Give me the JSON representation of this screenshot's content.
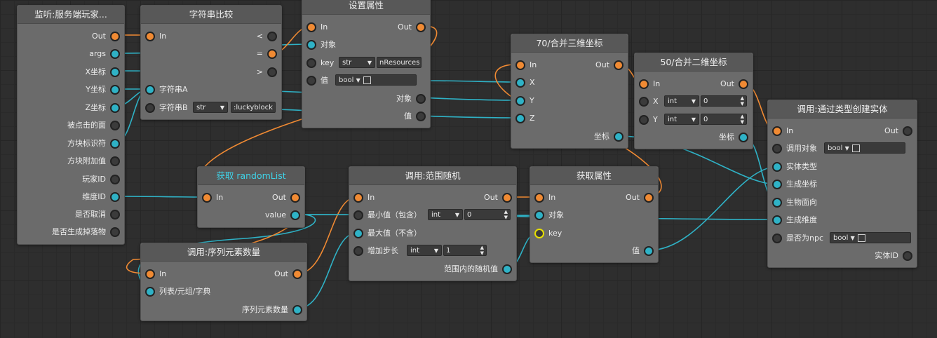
{
  "nodes": {
    "listen": {
      "title": "监听:服务端玩家...",
      "outputs": [
        "Out",
        "args",
        "X坐标",
        "Y坐标",
        "Z坐标",
        "被点击的面",
        "方块标识符",
        "方块附加值",
        "玩家ID",
        "维度ID",
        "是否取消",
        "是否生成掉落物"
      ]
    },
    "strcmp": {
      "title": "字符串比较",
      "in": "In",
      "out1": "<",
      "out2": "=",
      "out3": ">",
      "inA": "字符串A",
      "inB": "字符串B",
      "b_type": "str",
      "b_value": ":luckyblock"
    },
    "setattr": {
      "title": "设置属性",
      "in": "In",
      "out": "Out",
      "obj": "对象",
      "key": "key",
      "key_type": "str",
      "key_value": "nResources",
      "val": "值",
      "val_type": "bool",
      "out_obj": "对象",
      "out_val": "值"
    },
    "vec3": {
      "title": "70/合并三维坐标",
      "in": "In",
      "out": "Out",
      "x": "X",
      "y": "Y",
      "z": "Z",
      "coord": "坐标"
    },
    "vec2": {
      "title": "50/合并二维坐标",
      "in": "In",
      "out": "Out",
      "x": "X",
      "y": "Y",
      "x_type": "int",
      "x_value": "0",
      "y_type": "int",
      "y_value": "0",
      "coord": "坐标"
    },
    "create": {
      "title": "调用:通过类型创建实体",
      "in": "In",
      "out": "Out",
      "target": "调用对象",
      "target_type": "bool",
      "etype": "实体类型",
      "pos": "生成坐标",
      "rot": "生物面向",
      "dim": "生成维度",
      "npc": "是否为npc",
      "npc_type": "bool",
      "eid": "实体ID"
    },
    "getlist": {
      "title": "获取 randomList",
      "in": "In",
      "out": "Out",
      "value": "value"
    },
    "randrange": {
      "title": "调用:范围随机",
      "in": "In",
      "out": "Out",
      "min": "最小值（包含）",
      "min_type": "int",
      "min_value": "0",
      "max": "最大值（不含）",
      "step": "增加步长",
      "step_type": "int",
      "step_value": "1",
      "result": "范围内的随机值"
    },
    "getattr": {
      "title": "获取属性",
      "in": "In",
      "out": "Out",
      "obj": "对象",
      "key": "key",
      "val": "值"
    },
    "len": {
      "title": "调用:序列元素数量",
      "in": "In",
      "out": "Out",
      "list": "列表/元组/字典",
      "count": "序列元素数量"
    }
  },
  "colors": {
    "exec": "#f08a33",
    "data": "#2fb2c6",
    "node_body": "#6b6b6b",
    "node_header": "#585858",
    "title_accent": "#3fd3e8"
  }
}
